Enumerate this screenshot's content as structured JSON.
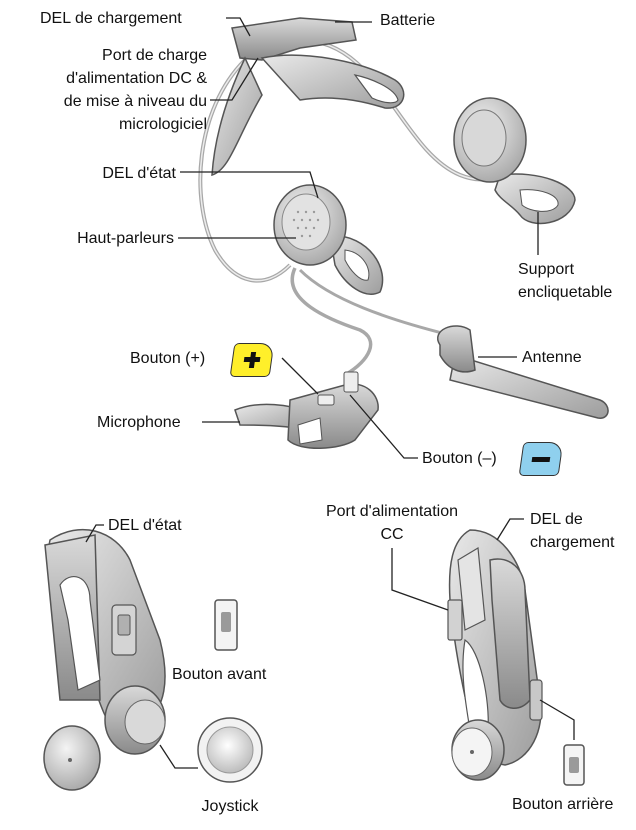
{
  "labels": {
    "del_chargement_top": "DEL de chargement",
    "batterie": "Batterie",
    "port_charge_l1": "Port de charge",
    "port_charge_l2": "d'alimentation DC &",
    "port_charge_l3": "de mise à niveau du",
    "port_charge_l4": "micrologiciel",
    "del_etat_top": "DEL d'état",
    "haut_parleurs": "Haut-parleurs",
    "support_l1": "Support",
    "support_l2": "encliquetable",
    "bouton_plus": "Bouton (+)",
    "antenne": "Antenne",
    "microphone": "Microphone",
    "bouton_moins": "Bouton (–)",
    "del_etat_bottom": "DEL d'état",
    "port_cc_l1": "Port d'alimentation",
    "port_cc_l2": "CC",
    "del_chargement_bottom_l1": "DEL de",
    "del_chargement_bottom_l2": "chargement",
    "bouton_avant": "Bouton avant",
    "joystick": "Joystick",
    "bouton_arriere": "Bouton arrière"
  },
  "colors": {
    "plus_button": "#ffef2a",
    "minus_button": "#8fd0ee",
    "device_body": "#c9c9c9",
    "device_shadow": "#8f8f8f",
    "leader_line": "#222222"
  },
  "icons": {
    "plus": "plus-icon",
    "minus": "minus-icon"
  }
}
